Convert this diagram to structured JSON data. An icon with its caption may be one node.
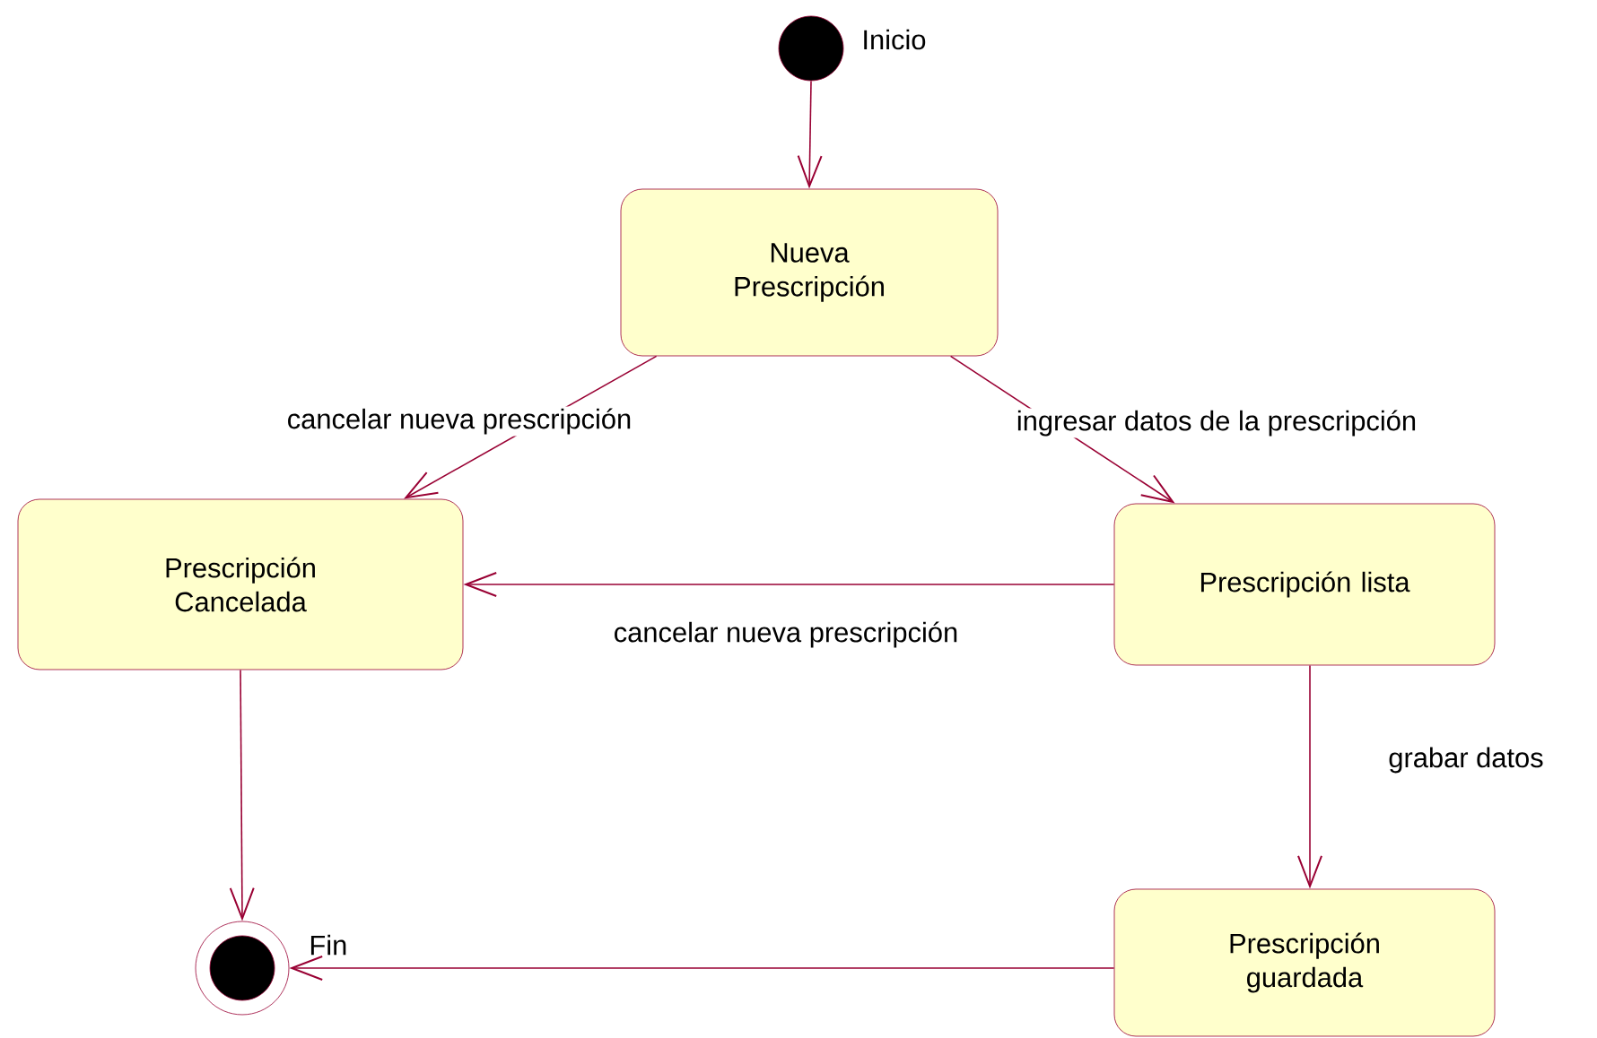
{
  "diagram": {
    "nodes": [
      {
        "text": [],
        "shape": "circle",
        "beside": [
          "Inicio"
        ]
      },
      {
        "text": [
          "Nueva Prescripción"
        ]
      },
      {
        "text": [
          "Prescripción Cancelada"
        ]
      },
      {
        "text": [
          "Prescripción lista"
        ]
      },
      {
        "text": [
          "Prescripción guardada"
        ]
      },
      {
        "text": [],
        "shape": "circle",
        "beside": [
          "Fin"
        ]
      }
    ],
    "edges": [
      {
        "from": 0,
        "to": 1,
        "arrow": "to"
      },
      {
        "from": 1,
        "to": 2,
        "arrow": "to",
        "label": "cancelar nueva prescripción"
      },
      {
        "from": 1,
        "to": 3,
        "arrow": "to",
        "label": "ingresar datos de la prescripción"
      },
      {
        "from": 3,
        "to": 2,
        "arrow": "to",
        "label": "cancelar nueva prescripción"
      },
      {
        "from": 3,
        "to": 4,
        "arrow": "to",
        "label": "grabar datos"
      },
      {
        "from": 2,
        "to": 5,
        "arrow": "to"
      },
      {
        "from": 4,
        "to": 5,
        "arrow": "to"
      }
    ]
  }
}
